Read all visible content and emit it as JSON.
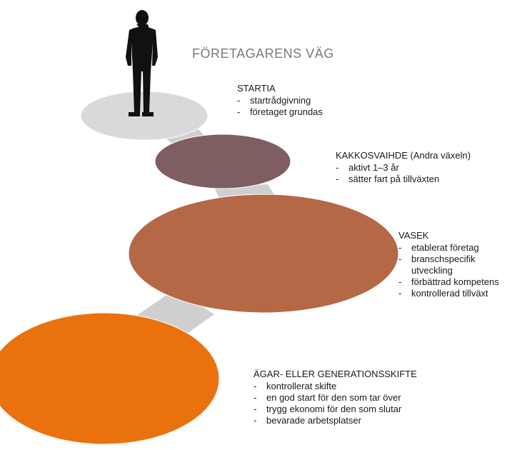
{
  "title": "FÖRETAGARENS VÄG",
  "colors": {
    "path": "#cfcfcf",
    "path_shadow": "#9a9a9a",
    "stage_startia": "#d9d9d9",
    "stage_kakkosvaihde": "#7e5e60",
    "stage_vasek": "#b56846",
    "stage_agarskifte": "#ea720e",
    "title": "#7a7a7a"
  },
  "icons": {
    "person": "person-silhouette-icon"
  },
  "stages": [
    {
      "heading": "STARTIA",
      "items": [
        "startrådgivning",
        "företaget grundas"
      ]
    },
    {
      "heading": "KAKKOSVAIHDE (Andra växeln)",
      "items": [
        "aktivt 1–3 år",
        "sätter fart på tillväxten"
      ]
    },
    {
      "heading": "VASEK",
      "items": [
        "etablerat företag",
        "branschspecifik",
        "förbättrad kompetens",
        "kontrollerad tillväxt"
      ],
      "item_continuation": "utveckling"
    },
    {
      "heading": "ÄGAR- ELLER GENERATIONSSKIFTE",
      "items": [
        "kontrollerat skifte",
        "en god start för den som tar över",
        "trygg ekonomi för den som slutar",
        "bevarade arbetsplatser"
      ]
    }
  ]
}
